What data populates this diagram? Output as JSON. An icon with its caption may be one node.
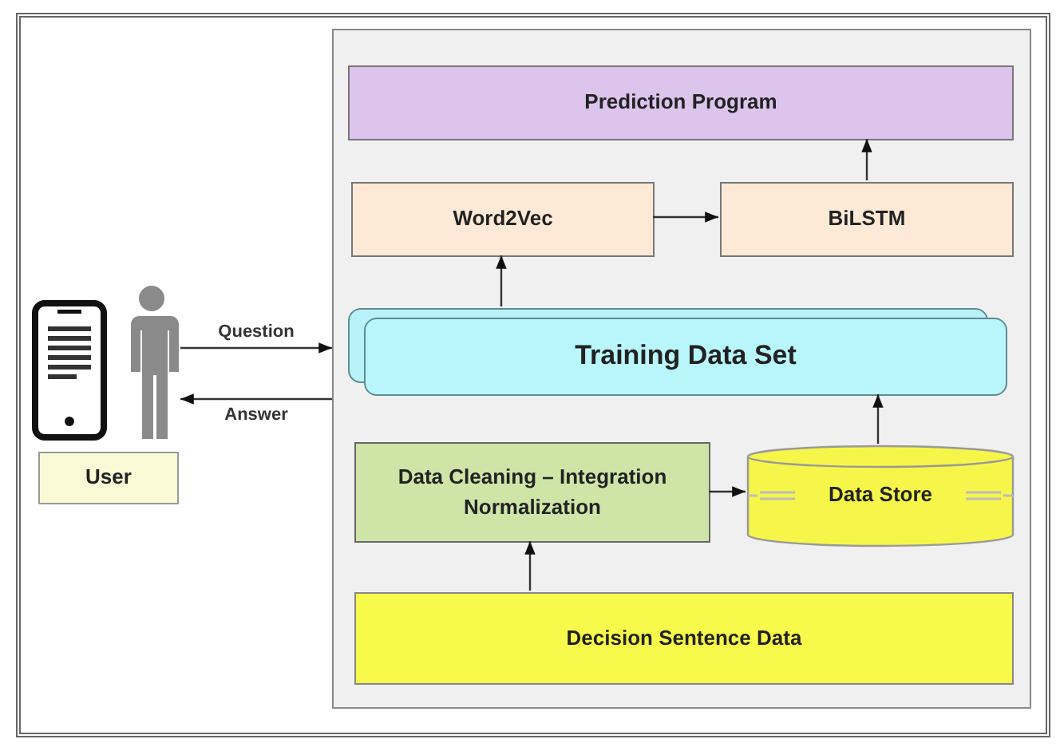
{
  "diagram": {
    "nodes": [
      {
        "text": [],
        "shape": "box"
      },
      {
        "text": [
          "Prediction Program"
        ],
        "in": 0
      },
      {
        "text": [
          "Word2Vec"
        ],
        "in": 0
      },
      {
        "text": [
          "BiLSTM"
        ],
        "in": 0
      },
      {
        "text": [
          "Training Data Set"
        ],
        "in": 0
      },
      {
        "text": [
          "Data Cleaning – Integration Normalization"
        ],
        "in": 0
      },
      {
        "text": [
          "Data Store"
        ],
        "in": 0
      },
      {
        "text": [
          "Decision Sentence Data"
        ],
        "in": 0
      },
      {
        "text": [],
        "shape": "person"
      },
      {
        "text": [
          "User"
        ]
      }
    ],
    "edges": [
      {
        "from": 8,
        "to": 0,
        "arrow": "to",
        "label": "Question"
      },
      {
        "from": 0,
        "to": 8,
        "arrow": "to",
        "label": "Answer"
      },
      {
        "from": 4,
        "to": 2,
        "arrow": "to"
      },
      {
        "from": 2,
        "to": 3,
        "arrow": "to"
      },
      {
        "from": 3,
        "to": 1,
        "arrow": "to"
      },
      {
        "from": 6,
        "to": 4,
        "arrow": "to"
      },
      {
        "from": 5,
        "to": 6,
        "arrow": "to"
      },
      {
        "from": 7,
        "to": 5,
        "arrow": "to"
      }
    ]
  }
}
